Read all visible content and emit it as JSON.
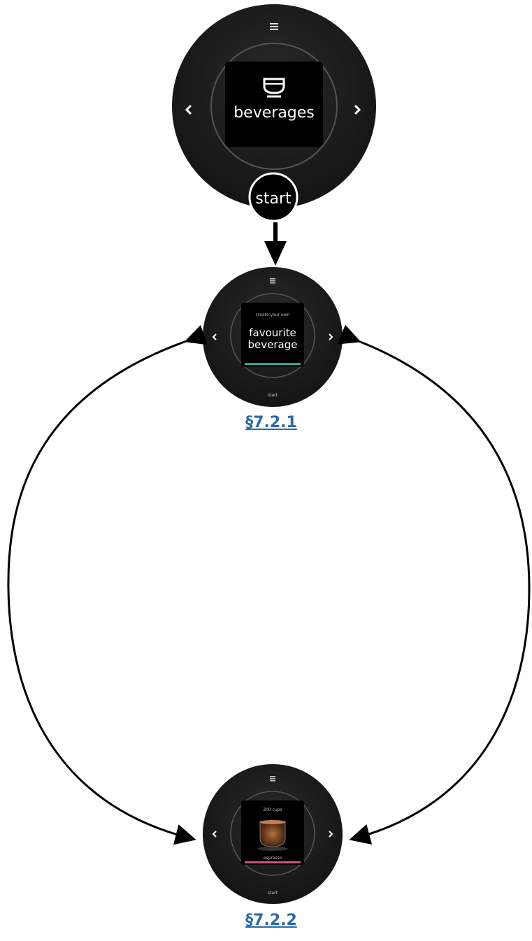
{
  "colors": {
    "outer_dial": "#1f1f1f",
    "ring": "#555555",
    "screen": "#000000",
    "text": "#ffffff",
    "arrow": "#000000",
    "accent_teal": "#2aa88f",
    "accent_pink": "#c8587a",
    "link": "#2d6aa8"
  },
  "top_dial": {
    "menu_icon": "menu-icon",
    "cup_icon": "cup-icon",
    "screen_label": "beverages",
    "left_icon": "chevron-left-icon",
    "right_icon": "chevron-right-icon",
    "start_label": "start"
  },
  "dial_1": {
    "small_caption": "create your own",
    "title_line1": "favourite",
    "title_line2": "beverage",
    "start_label": "start",
    "link": "§7.2.1"
  },
  "dial_2": {
    "top_caption": "300 cups",
    "bottom_caption": "espresso",
    "start_label": "start",
    "link": "§7.2.2"
  }
}
